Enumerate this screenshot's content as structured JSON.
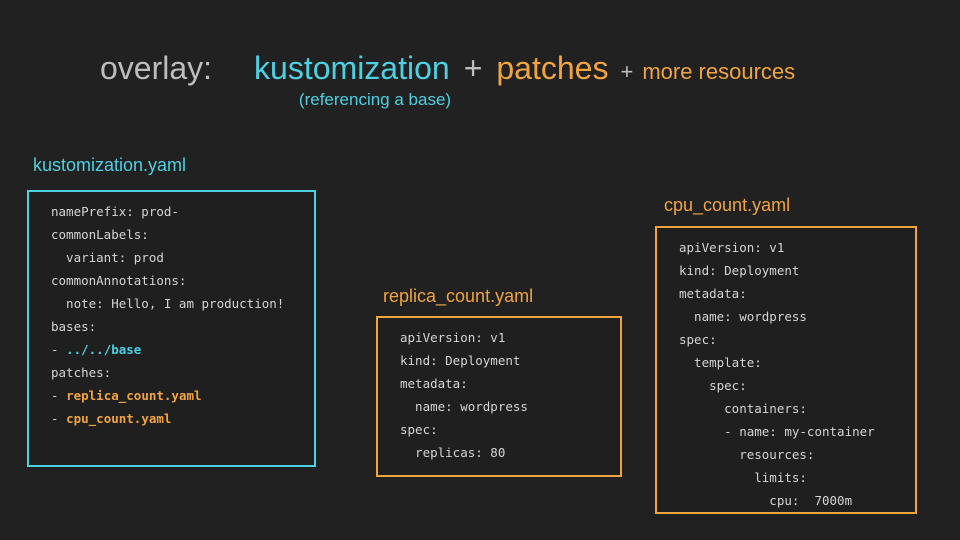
{
  "title": {
    "overlay": "overlay:",
    "kustomization": "kustomization",
    "plus1": "+",
    "patches": "patches",
    "plus2": "+",
    "more": "more resources",
    "subtitle": "(referencing a base)"
  },
  "colors": {
    "background": "#212121",
    "cyan": "#4dd0e1",
    "orange": "#f0a43f",
    "title_gray": "#bdbdbd",
    "code_text": "#d4d4d4"
  },
  "boxes": [
    {
      "label": "kustomization.yaml",
      "accent": "cyan",
      "lines": [
        [
          {
            "t": "namePrefix: prod-"
          }
        ],
        [
          {
            "t": "commonLabels:"
          }
        ],
        [
          {
            "t": "  variant: prod"
          }
        ],
        [
          {
            "t": "commonAnnotations:"
          }
        ],
        [
          {
            "t": "  note: Hello, I am production!"
          }
        ],
        [
          {
            "t": "bases:"
          }
        ],
        [
          {
            "t": "- "
          },
          {
            "t": "../../base",
            "c": "cyan",
            "b": true
          }
        ],
        [
          {
            "t": "patches:"
          }
        ],
        [
          {
            "t": "- "
          },
          {
            "t": "replica_count.yaml",
            "c": "orange",
            "b": true
          }
        ],
        [
          {
            "t": "- "
          },
          {
            "t": "cpu_count.yaml",
            "c": "orange",
            "b": true
          }
        ]
      ]
    },
    {
      "label": "replica_count.yaml",
      "accent": "orange",
      "lines": [
        [
          {
            "t": "apiVersion: v1"
          }
        ],
        [
          {
            "t": "kind: Deployment"
          }
        ],
        [
          {
            "t": "metadata:"
          }
        ],
        [
          {
            "t": "  name: wordpress"
          }
        ],
        [
          {
            "t": "spec:"
          }
        ],
        [
          {
            "t": "  replicas: 80"
          }
        ]
      ]
    },
    {
      "label": "cpu_count.yaml",
      "accent": "orange",
      "lines": [
        [
          {
            "t": "apiVersion: v1"
          }
        ],
        [
          {
            "t": "kind: Deployment"
          }
        ],
        [
          {
            "t": "metadata:"
          }
        ],
        [
          {
            "t": "  name: wordpress"
          }
        ],
        [
          {
            "t": "spec:"
          }
        ],
        [
          {
            "t": "  template:"
          }
        ],
        [
          {
            "t": "    spec:"
          }
        ],
        [
          {
            "t": "      containers:"
          }
        ],
        [
          {
            "t": "      - name: my-container"
          }
        ],
        [
          {
            "t": "        resources:"
          }
        ],
        [
          {
            "t": "          limits:"
          }
        ],
        [
          {
            "t": "            cpu:  7000m"
          }
        ]
      ]
    }
  ]
}
